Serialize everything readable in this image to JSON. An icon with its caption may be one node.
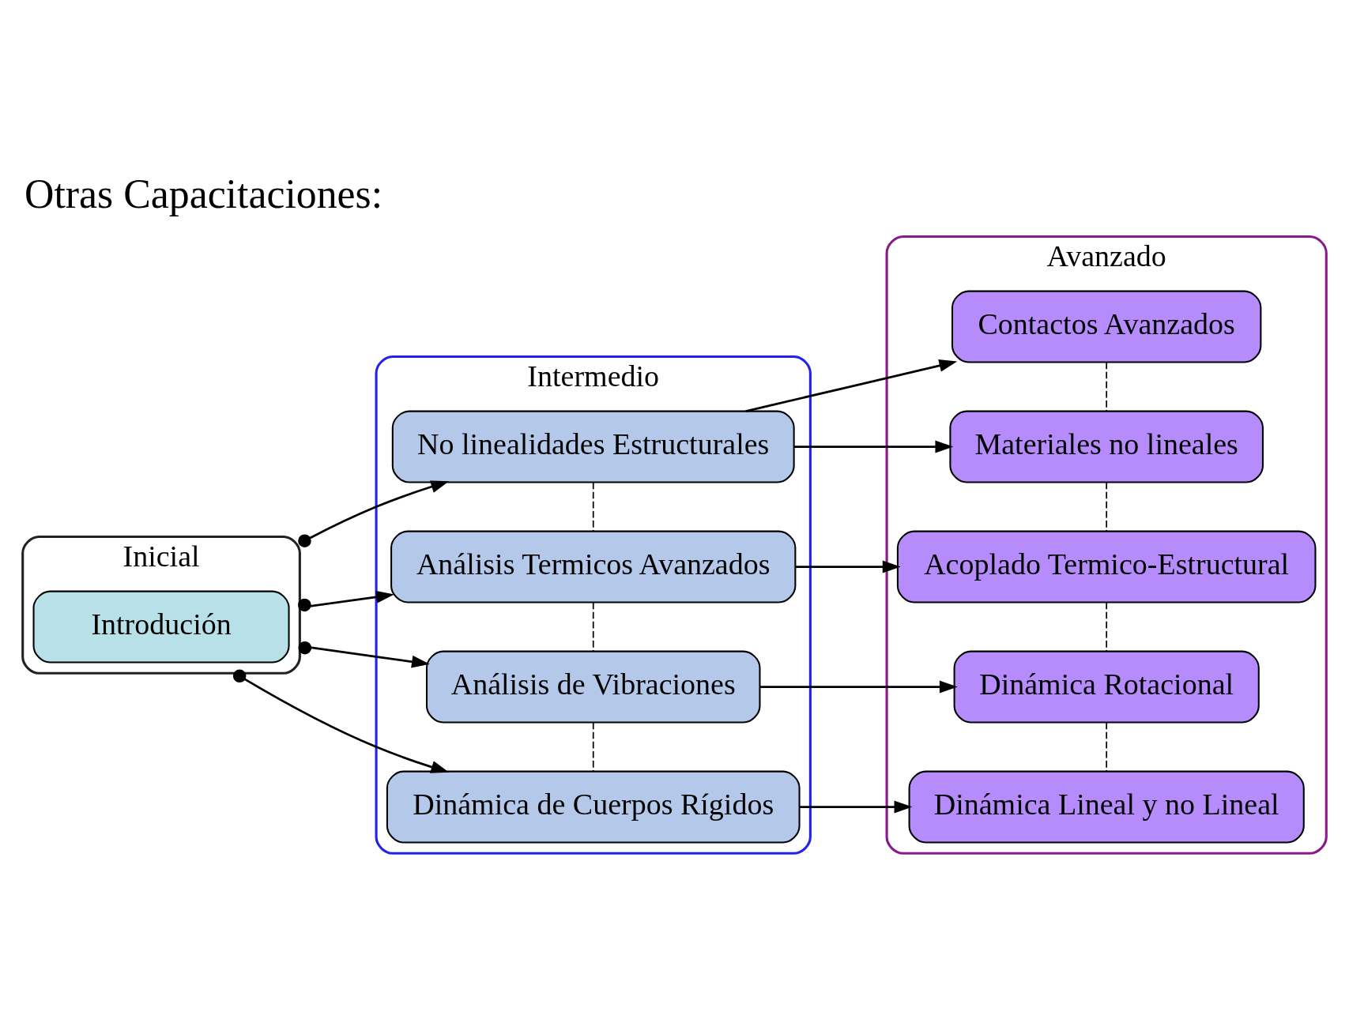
{
  "diagram": {
    "title": "Otras Capacitaciones:",
    "nodes": [
      {
        "text": [
          "Inicial"
        ]
      },
      {
        "text": [
          "Introdución"
        ],
        "in": 0
      },
      {
        "text": [
          "Intermedio"
        ]
      },
      {
        "text": [
          "No linealidades Estructurales"
        ],
        "in": 2
      },
      {
        "text": [
          "Análisis Termicos Avanzados"
        ],
        "in": 2
      },
      {
        "text": [
          "Análisis de Vibraciones"
        ],
        "in": 2
      },
      {
        "text": [
          "Dinámica de Cuerpos Rígidos"
        ],
        "in": 2
      },
      {
        "text": [
          "Avanzado"
        ]
      },
      {
        "text": [
          "Contactos Avanzados"
        ],
        "in": 7
      },
      {
        "text": [
          "Materiales no lineales"
        ],
        "in": 7
      },
      {
        "text": [
          "Acoplado Termico-Estructural"
        ],
        "in": 7
      },
      {
        "text": [
          "Dinámica Rotacional"
        ],
        "in": 7
      },
      {
        "text": [
          "Dinámica Lineal y no Lineal"
        ],
        "in": 7
      }
    ],
    "edges": [
      {
        "from": 0,
        "to": 3,
        "arrow": "to"
      },
      {
        "from": 0,
        "to": 4,
        "arrow": "to"
      },
      {
        "from": 0,
        "to": 5,
        "arrow": "to"
      },
      {
        "from": 0,
        "to": 6,
        "arrow": "to"
      },
      {
        "from": 3,
        "to": 4,
        "arrow": "none",
        "style": "dashed"
      },
      {
        "from": 4,
        "to": 5,
        "arrow": "none",
        "style": "dashed"
      },
      {
        "from": 5,
        "to": 6,
        "arrow": "none",
        "style": "dashed"
      },
      {
        "from": 3,
        "to": 8,
        "arrow": "to"
      },
      {
        "from": 3,
        "to": 9,
        "arrow": "to"
      },
      {
        "from": 4,
        "to": 10,
        "arrow": "to"
      },
      {
        "from": 5,
        "to": 11,
        "arrow": "to"
      },
      {
        "from": 6,
        "to": 12,
        "arrow": "to"
      },
      {
        "from": 8,
        "to": 9,
        "arrow": "none",
        "style": "dashed"
      },
      {
        "from": 9,
        "to": 10,
        "arrow": "none",
        "style": "dashed"
      },
      {
        "from": 10,
        "to": 11,
        "arrow": "none",
        "style": "dashed"
      },
      {
        "from": 11,
        "to": 12,
        "arrow": "none",
        "style": "dashed"
      }
    ]
  }
}
